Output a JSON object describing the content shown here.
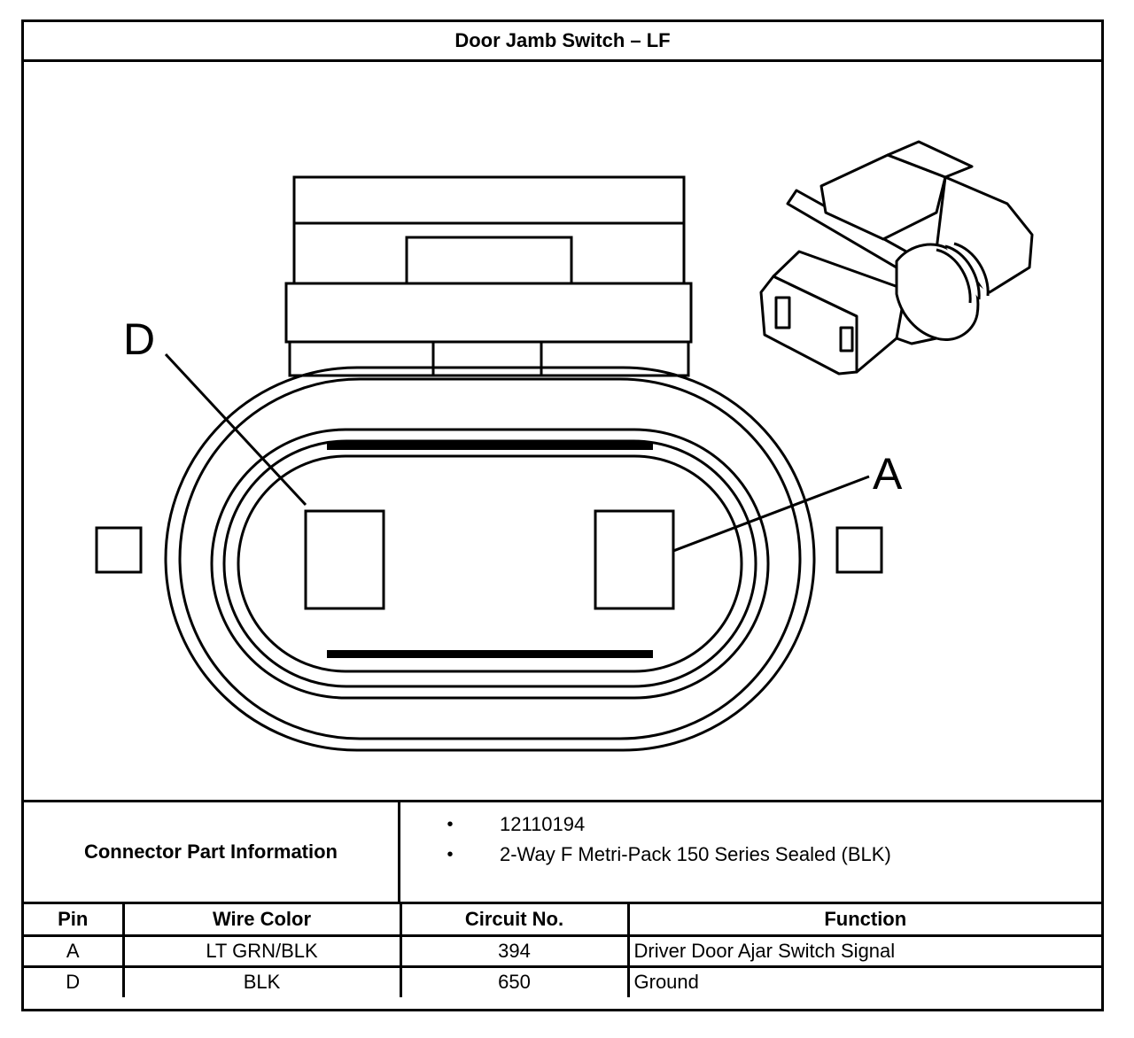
{
  "title": "Door Jamb Switch – LF",
  "callouts": {
    "pin_d": "D",
    "pin_a": "A"
  },
  "connector_part_information": {
    "label": "Connector Part Information",
    "bullet_symbol": "•",
    "items": [
      "12110194",
      "2-Way F Metri-Pack 150 Series Sealed (BLK)"
    ]
  },
  "pin_table": {
    "headers": [
      "Pin",
      "Wire Color",
      "Circuit No.",
      "Function"
    ],
    "rows": [
      [
        "A",
        "LT GRN/BLK",
        "394",
        "Driver Door Ajar Switch Signal"
      ],
      [
        "D",
        "BLK",
        "650",
        "Ground"
      ]
    ]
  }
}
